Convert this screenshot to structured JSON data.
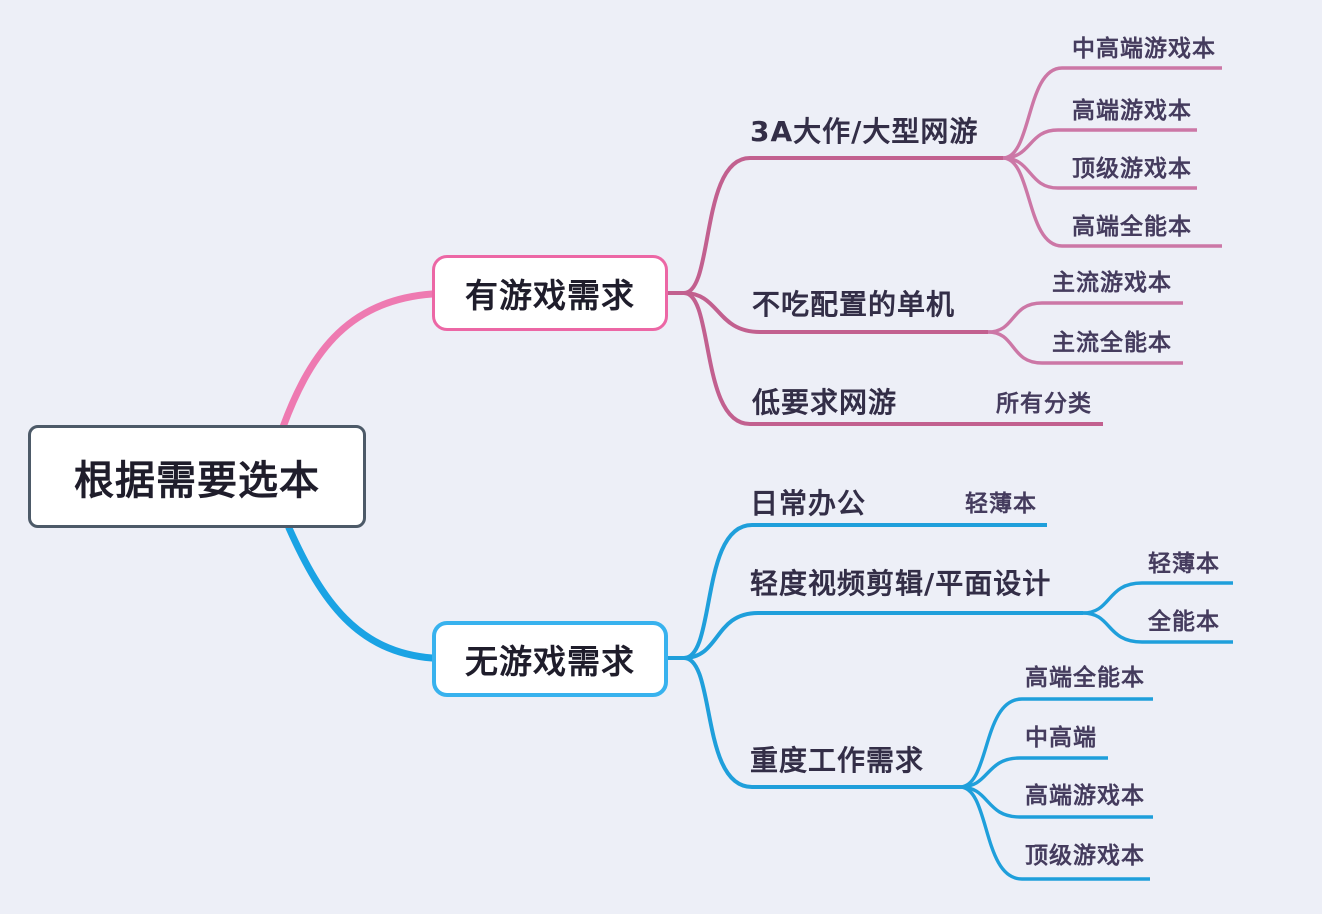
{
  "title": "根据需要选本",
  "colors": {
    "background": "#edeff7",
    "root_border": "#4d5a68",
    "pink_branch": "#ee7ab1",
    "pink_node_border": "#ec67a5",
    "pink_sub_line": "#c2608f",
    "pink_leaf_line": "#cc77a6",
    "blue_branch": "#1aa3e4",
    "blue_node_border": "#38b2ee",
    "blue_sub_line": "#1f9fdb",
    "text_dark": "#1f1d2b",
    "text_label": "#453c5e"
  },
  "branches": [
    {
      "label": "有游戏需求",
      "children": [
        {
          "label": "3A大作/大型网游",
          "leaves": [
            "中高端游戏本",
            "高端游戏本",
            "顶级游戏本",
            "高端全能本"
          ]
        },
        {
          "label": "不吃配置的单机",
          "leaves": [
            "主流游戏本",
            "主流全能本"
          ]
        },
        {
          "label": "低要求网游",
          "leaves": [
            "所有分类"
          ]
        }
      ]
    },
    {
      "label": "无游戏需求",
      "children": [
        {
          "label": "日常办公",
          "leaves": [
            "轻薄本"
          ]
        },
        {
          "label": "轻度视频剪辑/平面设计",
          "leaves": [
            "轻薄本",
            "全能本"
          ]
        },
        {
          "label": "重度工作需求",
          "leaves": [
            "高端全能本",
            "中高端",
            "高端游戏本",
            "顶级游戏本"
          ]
        }
      ]
    }
  ]
}
